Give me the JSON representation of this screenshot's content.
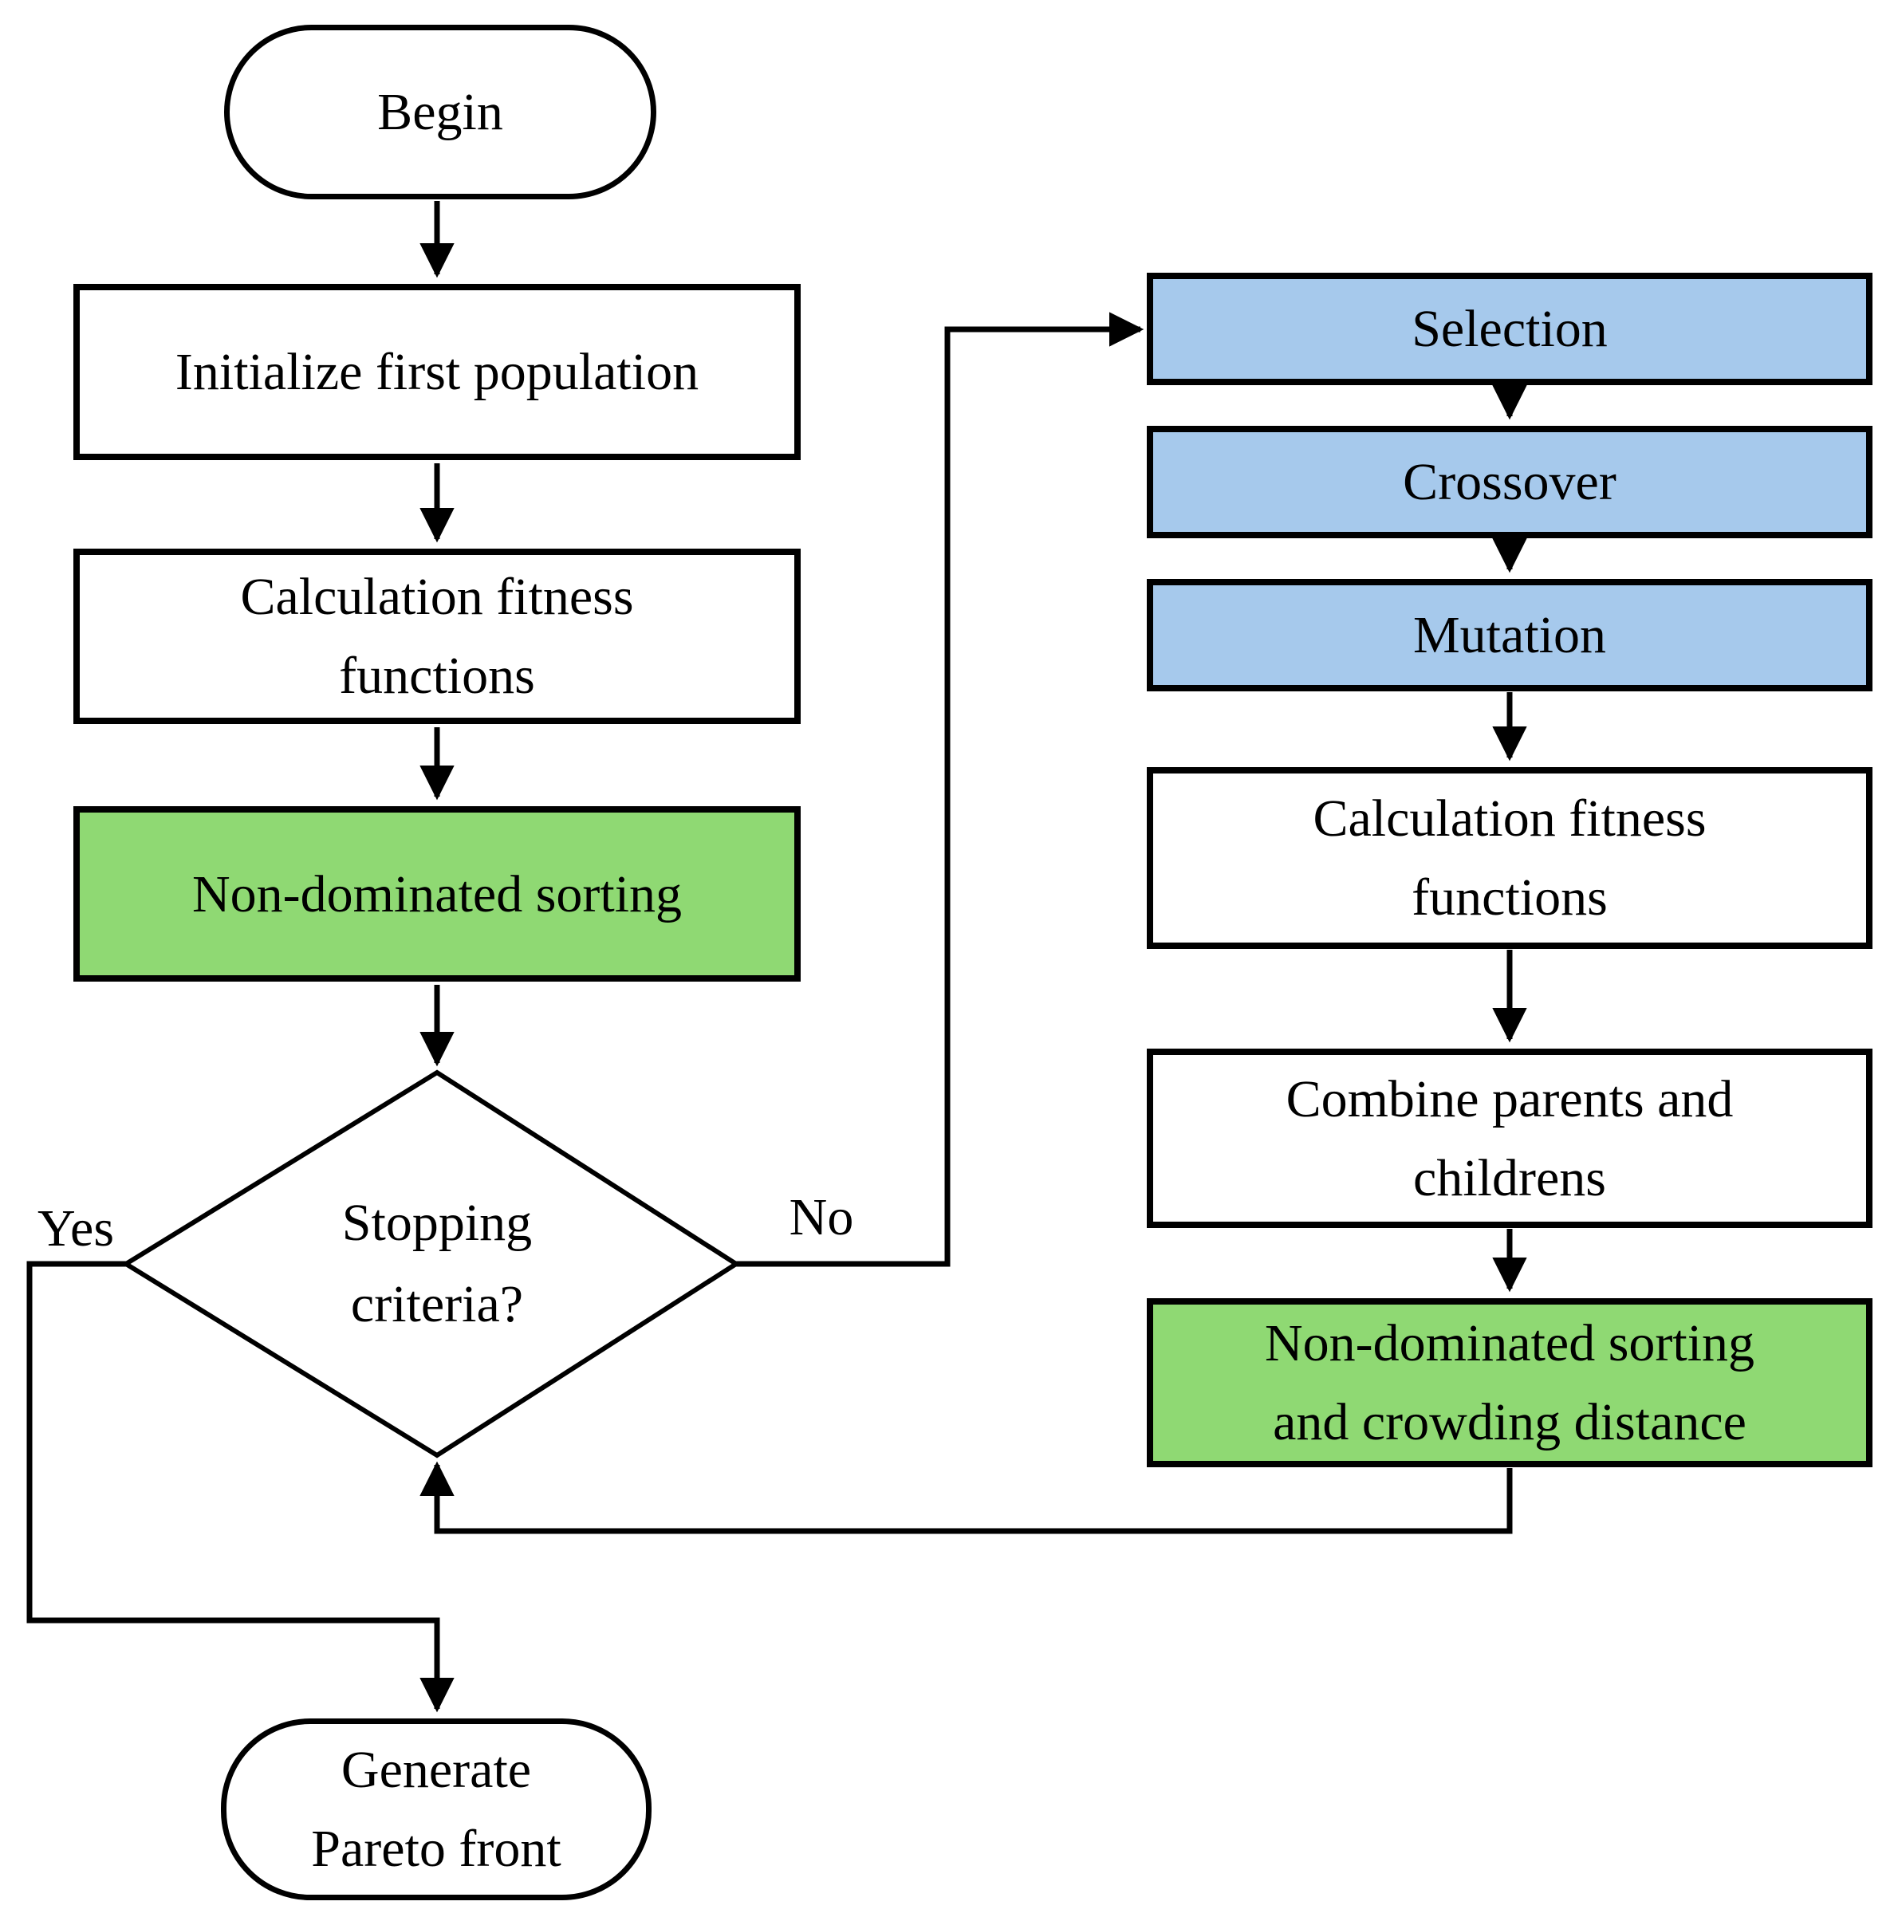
{
  "colors": {
    "operator_blue": "#a6c9ec",
    "process_green": "#8fd973",
    "line": "#000000",
    "canvas_bg": "#ffffff"
  },
  "labels": {
    "yes": "Yes",
    "no": "No"
  },
  "nodes": {
    "begin": {
      "shape": "terminator",
      "label": "Begin"
    },
    "initialize": {
      "shape": "process",
      "label": "Initialize first population"
    },
    "calc_fitness_1": {
      "shape": "process",
      "lines": [
        "Calculation fitness",
        "functions"
      ]
    },
    "non_dominated_1": {
      "shape": "process",
      "label": "Non-dominated sorting"
    },
    "stopping": {
      "shape": "decision",
      "lines": [
        "Stopping",
        "criteria?"
      ]
    },
    "selection": {
      "shape": "process",
      "label": "Selection"
    },
    "crossover": {
      "shape": "process",
      "label": "Crossover"
    },
    "mutation": {
      "shape": "process",
      "label": "Mutation"
    },
    "calc_fitness_2": {
      "shape": "process",
      "lines": [
        "Calculation fitness",
        "functions"
      ]
    },
    "combine": {
      "shape": "process",
      "lines": [
        "Combine parents and",
        "childrens"
      ]
    },
    "non_dominated_2": {
      "shape": "process",
      "lines": [
        "Non-dominated sorting",
        "and crowding distance"
      ]
    },
    "generate": {
      "shape": "terminator",
      "lines": [
        "Generate",
        "Pareto front"
      ]
    }
  }
}
